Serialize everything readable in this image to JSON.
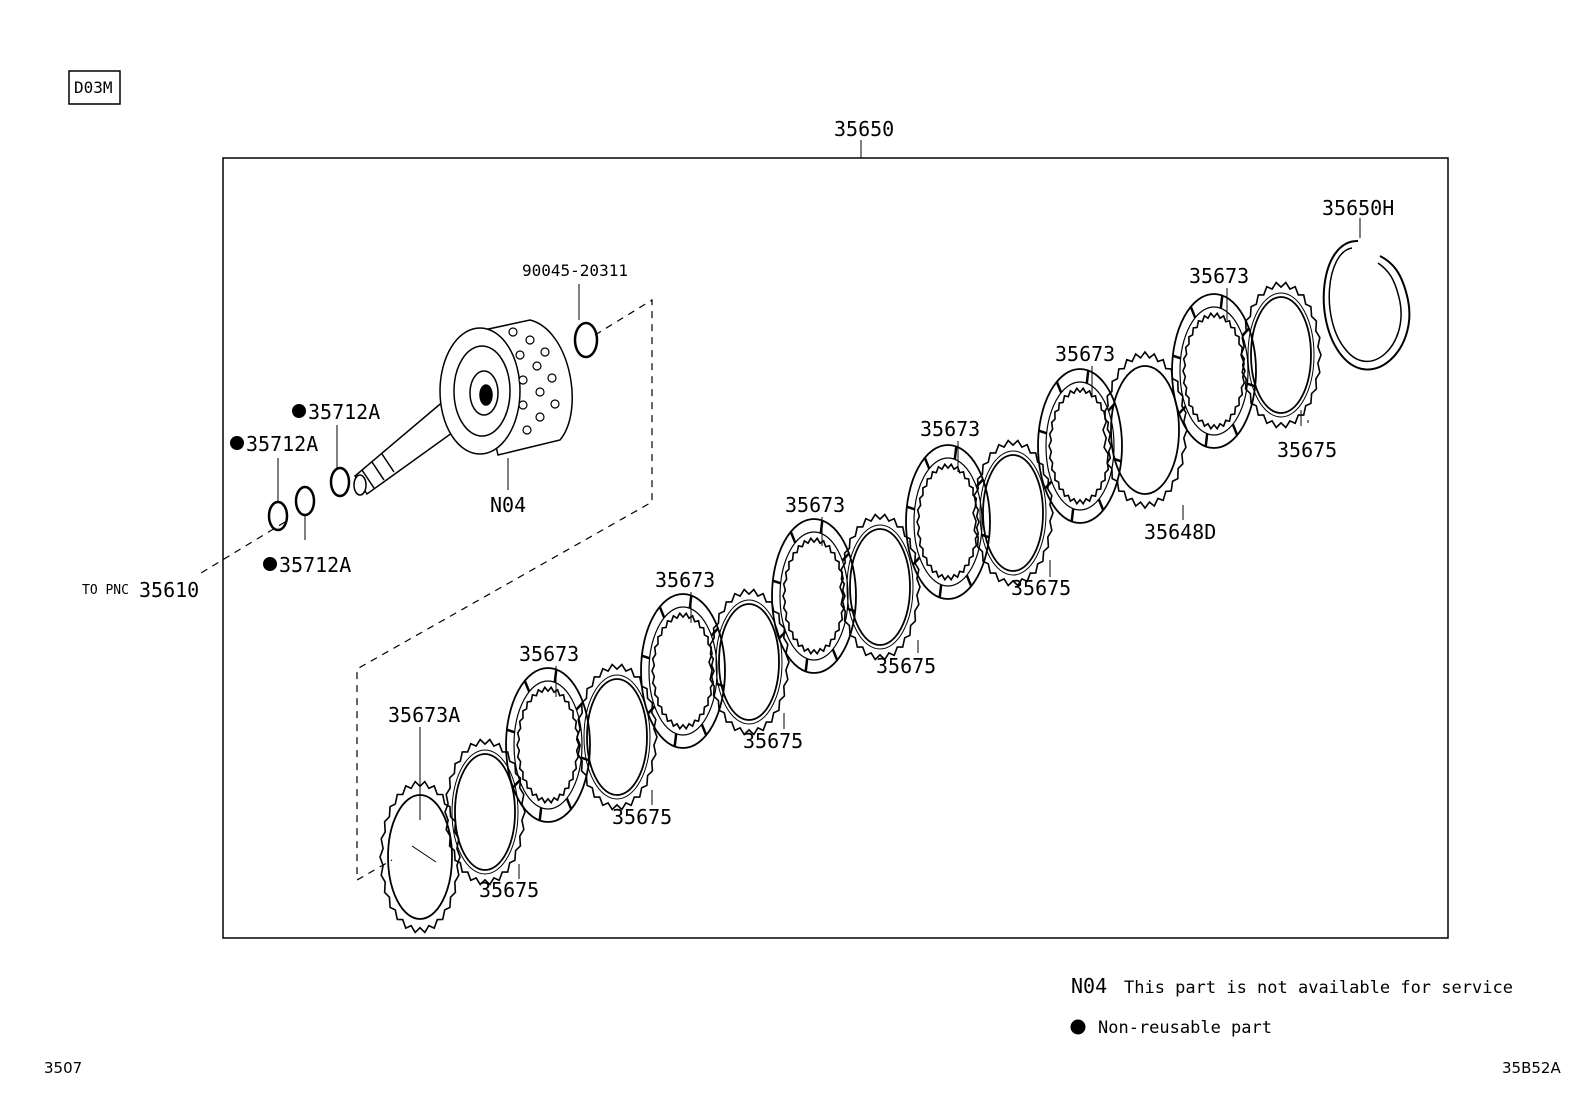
{
  "diagram_code": "D03M",
  "group_label": "35650",
  "parts": {
    "snap_ring_top": "35650H",
    "bolt": "90045-20311",
    "hub": "N04",
    "seal_1": "35712A",
    "seal_2": "35712A",
    "seal_3": "35712A",
    "to_pnc_prefix": "TO PNC",
    "to_pnc_number": "35610",
    "first_plate": "35673A",
    "clutch_disc": "35673",
    "steel_plate": "35675",
    "flange": "35648D"
  },
  "legend": {
    "n04_code": "N04",
    "n04_text": "This part is not available for service",
    "nonreusable_text": "Non-reusable part"
  },
  "footer": {
    "left": "3507",
    "right": "35B52A"
  }
}
